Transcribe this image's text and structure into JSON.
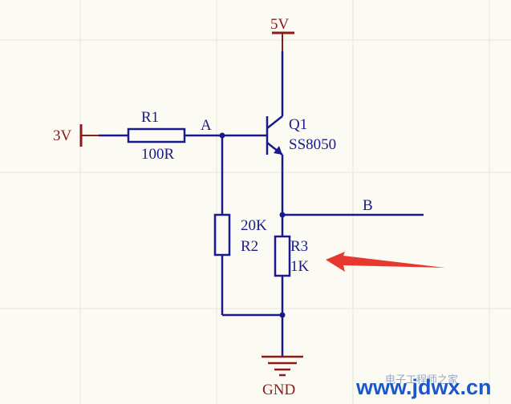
{
  "schematic": {
    "supply_5v": "5V",
    "supply_3v": "3V",
    "ground": "GND",
    "node_a": "A",
    "node_b": "B",
    "r1": {
      "ref": "R1",
      "value": "100R"
    },
    "r2": {
      "ref": "R2",
      "value": "20K"
    },
    "r3": {
      "ref": "R3",
      "value": "1K"
    },
    "q1": {
      "ref": "Q1",
      "part": "SS8050"
    }
  },
  "watermark": {
    "domain": "www.jdwx.cn",
    "caption": "电子工程师之家"
  },
  "colors": {
    "wire": "#1a1a8c",
    "power": "#8b1a1a",
    "arrow": "#e8372e",
    "junction": "#1a1a8c"
  }
}
